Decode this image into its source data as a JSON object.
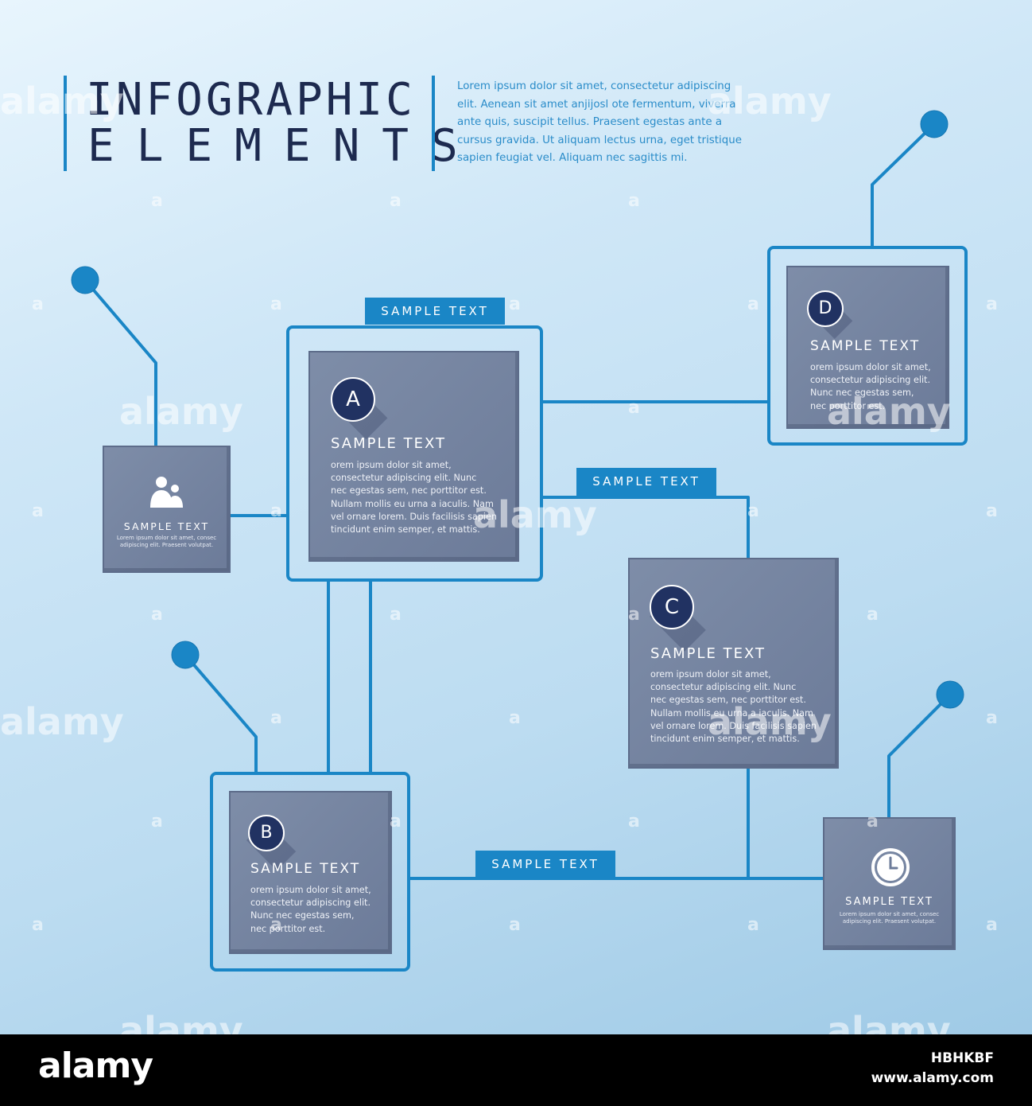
{
  "header": {
    "title_line1": "INFOGRAPHIC",
    "title_line2": "ELEMENTS",
    "intro_lines": [
      "Lorem ipsum dolor sit amet, consectetur adipiscing",
      "elit. Aenean sit amet anjijosl ote fermentum, viverra",
      "ante quis, suscipit tellus. Praesent egestas ante a",
      "cursus gravida. Ut aliquam lectus urna, eget tristique",
      "sapien feugiat vel. Aliquam nec sagittis mi."
    ]
  },
  "nodes": {
    "a": {
      "badge": "A",
      "title": "SAMPLE TEXT",
      "body": [
        "orem ipsum dolor sit amet,",
        "consectetur adipiscing elit. Nunc",
        "nec egestas sem, nec porttitor est.",
        "Nullam mollis eu urna a iaculis. Nam",
        "vel ornare lorem. Duis facilisis sapien",
        "tincidunt enim semper, et mattis."
      ],
      "tag": "SAMPLE TEXT"
    },
    "b": {
      "badge": "B",
      "title": "SAMPLE TEXT",
      "body": [
        "orem ipsum dolor sit amet,",
        "consectetur adipiscing elit.",
        "Nunc nec egestas sem,",
        "nec porttitor est."
      ]
    },
    "c": {
      "badge": "C",
      "title": "SAMPLE TEXT",
      "body": [
        "orem ipsum dolor sit amet,",
        "consectetur adipiscing elit. Nunc",
        "nec egestas sem, nec porttitor est.",
        "Nullam mollis eu urna a iaculis. Nam",
        "vel ornare lorem. Duis facilisis sapien",
        "tincidunt enim semper, et mattis."
      ]
    },
    "d": {
      "badge": "D",
      "title": "SAMPLE TEXT",
      "body": [
        "orem ipsum dolor sit amet,",
        "consectetur adipiscing elit.",
        "Nunc nec egestas sem,",
        "nec porttitor est."
      ]
    },
    "people": {
      "icon": "people-icon",
      "title": "SAMPLE TEXT",
      "body": [
        "Lorem ipsum dolor sit amet, consec",
        "adipiscing elit. Praesent volutpat."
      ]
    },
    "clock": {
      "icon": "clock-icon",
      "title": "SAMPLE TEXT",
      "body": [
        "Lorem ipsum dolor sit amet, consec",
        "adipiscing elit. Praesent volutpat."
      ]
    }
  },
  "tags": {
    "top": "SAMPLE TEXT",
    "middle": "SAMPLE TEXT",
    "bottom": "SAMPLE TEXT"
  },
  "watermark": {
    "text": "alamy",
    "small": "a"
  },
  "footer": {
    "logo": "alamy",
    "image_id": "HBHKBF",
    "url": "www.alamy.com"
  },
  "colors": {
    "wire": "#1a86c6",
    "card": "#74839f",
    "badge": "#213262",
    "title_text": "#1d2a4f",
    "intro_text": "#2a8cc9"
  }
}
